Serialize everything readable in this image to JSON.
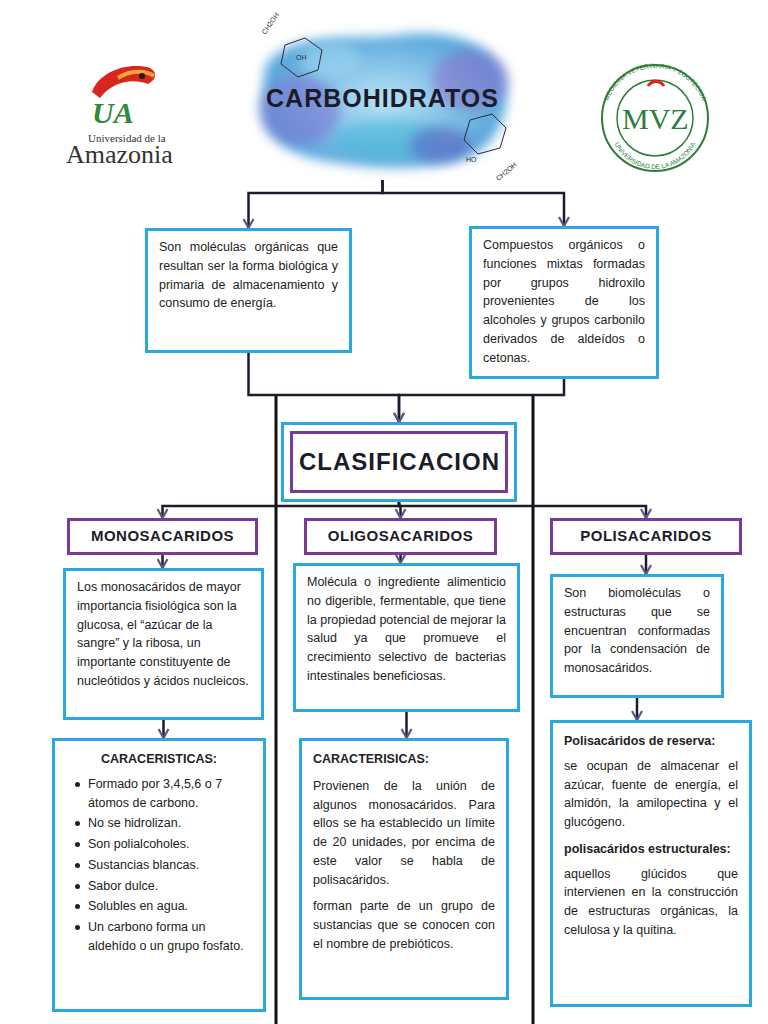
{
  "diagram": {
    "nodes": [
      {
        "text": [
          "CARBOHIDRATOS"
        ]
      },
      {
        "text": [
          "Son moléculas orgánicas que resultan ser la forma biológica y primaria de almacenamiento y consumo de energía."
        ]
      },
      {
        "text": [
          "Compuestos orgánicos o funciones mixtas formadas por grupos hidroxilo provenientes de los alcoholes y grupos carbonilo derivados de aldeídos o cetonas."
        ]
      },
      {
        "text": [
          "CLASIFICACION"
        ]
      },
      {
        "text": [
          "MONOSACARIDOS"
        ]
      },
      {
        "text": [
          "OLIGOSACARIDOS"
        ]
      },
      {
        "text": [
          "POLISACARIDOS"
        ]
      },
      {
        "text": [
          "Los monosacáridos de mayor importancia fisiológica son la glucosa, el “azúcar de la sangre” y la ribosa, un importante constituyente de nucleótidos y ácidos nucleicos."
        ]
      },
      {
        "text": [
          "Molécula o ingrediente alimenticio no digerible, fermentable, que tiene la propiedad potencial de mejorar la salud ya que promueve el crecimiento selectivo de bacterias intestinales beneficiosas."
        ]
      },
      {
        "text": [
          "Son biomoléculas o estructuras que se encuentran conformadas por la condensación de monosacáridos."
        ]
      },
      {
        "text": [
          "CARACERISTICAS:",
          "Formado por 3,4,5,6 o 7 átomos de carbono.",
          "No se hidrolizan.",
          "Son polialcoholes.",
          "Sustancias blancas.",
          "Sabor dulce.",
          "Solubles en agua.",
          "Un carbono forma un aldehído o un grupo fosfato."
        ]
      },
      {
        "text": [
          "CARACTERISICAS:",
          "Provienen de la unión de algunos monosacáridos. Para ellos se ha establecido un límite de 20 unidades, por encima de este valor se habla de polisacáridos.",
          "forman parte de un grupo de sustancias que se conocen con el nombre de prebióticos."
        ]
      },
      {
        "text": [
          "Polisacáridos de reserva:",
          "se ocupan de almacenar el azúcar, fuente de energía, el almidón, la amilopectina y el glucógeno.",
          "polisacáridos estructurales:",
          "aquellos glúcidos que intervienen en la construcción de estructuras orgánicas, la celulosa y la quitina."
        ]
      }
    ],
    "edges": [
      {
        "from": 0,
        "to": 1,
        "arrow": "to"
      },
      {
        "from": 0,
        "to": 2,
        "arrow": "to"
      },
      {
        "from": 1,
        "to": 3,
        "arrow": "to"
      },
      {
        "from": 2,
        "to": 3,
        "arrow": "to"
      },
      {
        "from": 3,
        "to": 4,
        "arrow": "to"
      },
      {
        "from": 3,
        "to": 5,
        "arrow": "to"
      },
      {
        "from": 3,
        "to": 6,
        "arrow": "to"
      },
      {
        "from": 4,
        "to": 7,
        "arrow": "to"
      },
      {
        "from": 5,
        "to": 8,
        "arrow": "to"
      },
      {
        "from": 6,
        "to": 9,
        "arrow": "to"
      },
      {
        "from": 7,
        "to": 10,
        "arrow": "to"
      },
      {
        "from": 8,
        "to": 11,
        "arrow": "to"
      },
      {
        "from": 9,
        "to": 12,
        "arrow": "to"
      }
    ],
    "labels": [
      "UA",
      "Universidad de la",
      "Amazonia",
      "MEDICINA VETERINARIA Y ZOOTECNIA",
      "MVZ",
      "UNIVERSIDAD DE LA AMAZONIA",
      "CH2OH",
      "OH",
      "HO",
      "CH2OH"
    ]
  }
}
